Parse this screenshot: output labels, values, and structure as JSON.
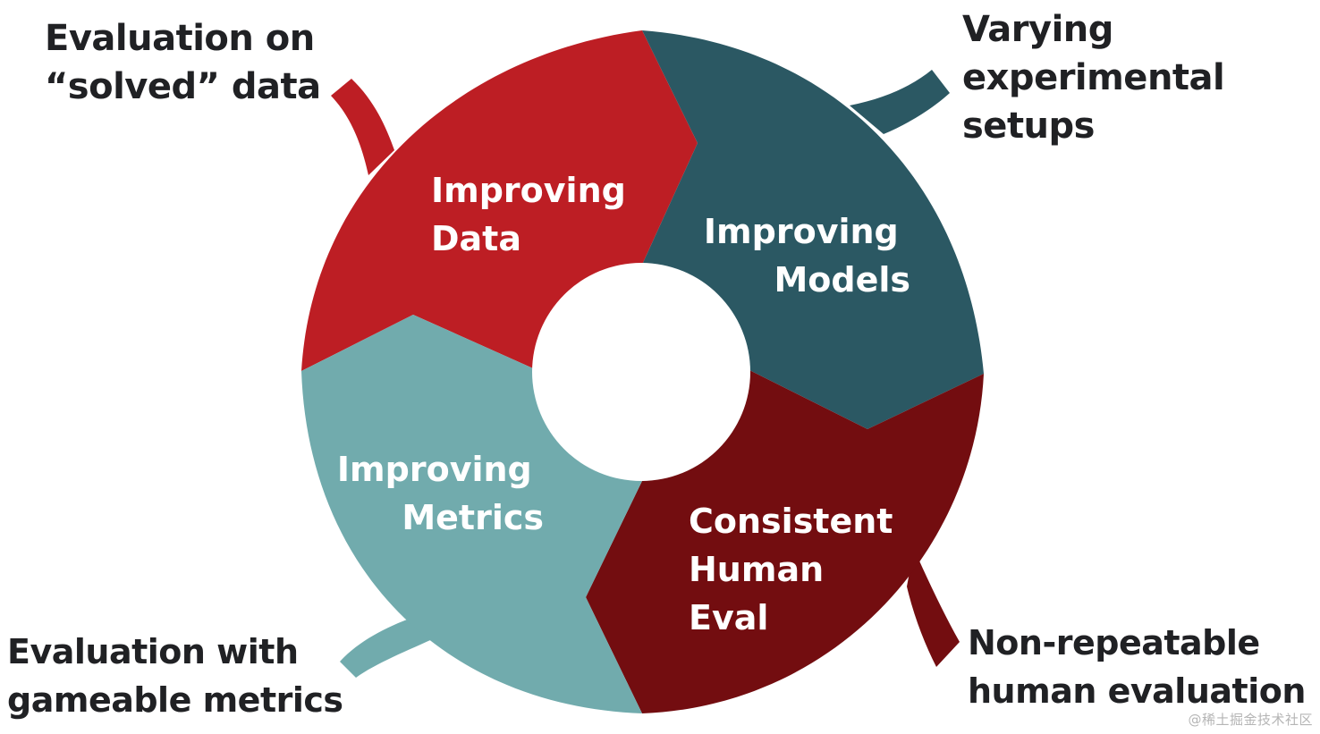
{
  "segments": [
    {
      "id": "data",
      "lines": [
        "Improving",
        "Data"
      ],
      "color": "#bd1e24"
    },
    {
      "id": "models",
      "lines": [
        "Improving",
        "Models"
      ],
      "color": "#2b5863"
    },
    {
      "id": "human-eval",
      "lines": [
        "Consistent",
        "Human",
        "Eval"
      ],
      "color": "#730d10"
    },
    {
      "id": "metrics",
      "lines": [
        "Improving",
        "Metrics"
      ],
      "color": "#71abad"
    }
  ],
  "annotations": {
    "solved_data": [
      "Evaluation on",
      "“solved” data"
    ],
    "experimental_setups": [
      "Varying",
      "experimental",
      "setups"
    ],
    "human_evaluation": [
      "Non-repeatable",
      "human evaluation"
    ],
    "gameable_metrics": [
      "Evaluation with",
      "gameable metrics"
    ]
  },
  "watermark": "@稀土掘金技术社区"
}
